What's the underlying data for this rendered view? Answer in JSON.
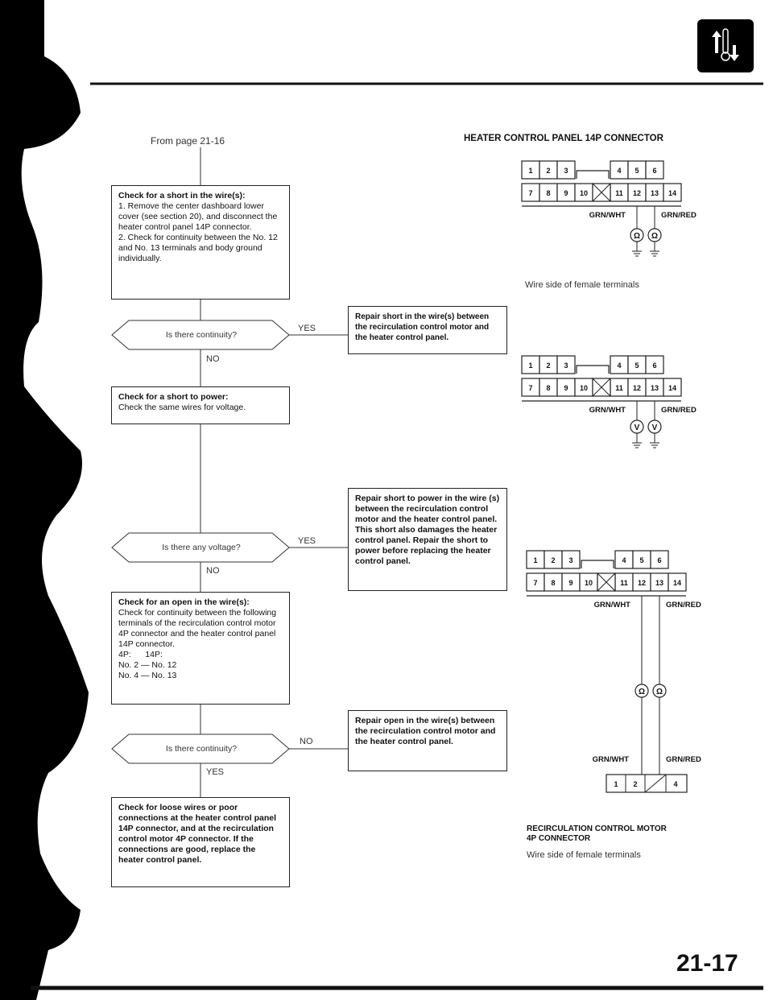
{
  "header": {
    "icon": "thermometer-arrows-icon"
  },
  "from_page": "From page 21-16",
  "section_title": "HEATER CONTROL PANEL 14P CONNECTOR",
  "flow": {
    "step1": {
      "title": "Check for a short in the wire(s):",
      "lines": [
        "1. Remove the center dashboard lower cover (see section 20), and disconnect the heater control panel 14P connector.",
        "2. Check for continuity between the No. 12 and No. 13 terminals and body ground individually."
      ]
    },
    "q1": "Is there continuity?",
    "r1": "Repair short in the wire(s) between the recirculation control motor and the heater control panel.",
    "step2": {
      "title": "Check for a short to power:",
      "lines": [
        "Check the same wires for voltage."
      ]
    },
    "q2": "Is there any voltage?",
    "r2": "Repair short to power in the wire (s) between the recirculation control motor and the heater control panel. This short also damages the heater control panel. Repair the short to power before replacing the heater control panel.",
    "step3": {
      "title": "Check for an open in the wire(s):",
      "lines": [
        "Check for continuity between the following terminals of the recirculation control motor 4P connector and the heater control panel 14P connector."
      ],
      "table_head": [
        "4P:",
        "14P:"
      ],
      "rows": [
        "No. 2 — No. 12",
        "No. 4 — No. 13"
      ]
    },
    "q3": "Is there continuity?",
    "r3": "Repair open in the wire(s) between the recirculation control motor and the heater control panel.",
    "step4": "Check for loose wires or poor connections at the heater control panel 14P connector, and at the recirculation control motor 4P connector. If the connections are good, replace the heater control panel.",
    "yes": "YES",
    "no": "NO"
  },
  "connector14p": {
    "top_row": [
      "1",
      "2",
      "3",
      "4",
      "5",
      "6"
    ],
    "bottom_row": [
      "7",
      "8",
      "9",
      "10",
      "11",
      "12",
      "13",
      "14"
    ],
    "wire_left": "GRN/WHT",
    "wire_right": "GRN/RED",
    "caption": "Wire side of female terminals"
  },
  "meter_symbols": {
    "ohm": "Ω",
    "volt": "V"
  },
  "connector4p": {
    "cells": [
      "1",
      "2",
      "4"
    ],
    "wire_left": "GRN/WHT",
    "wire_right": "GRN/RED",
    "title1": "RECIRCULATION CONTROL MOTOR",
    "title2": "4P CONNECTOR",
    "caption": "Wire side of female terminals"
  },
  "page_number": "21-17"
}
